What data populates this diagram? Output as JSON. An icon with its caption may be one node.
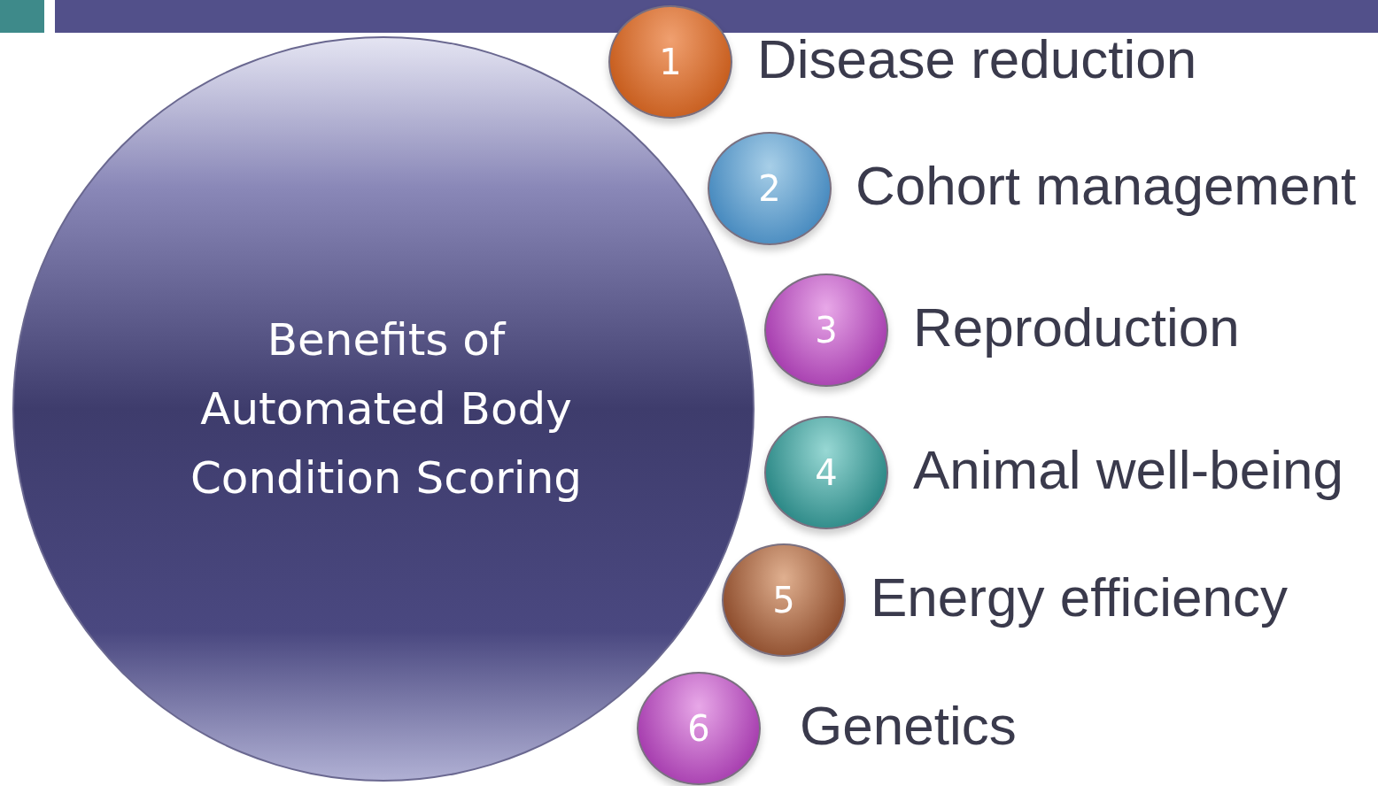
{
  "diagram": {
    "nodes": [
      {
        "text": [
          "Benefits of Automated Body Condition Scoring"
        ]
      },
      {
        "text": [
          "1"
        ],
        "beside": [
          "Disease reduction"
        ]
      },
      {
        "text": [
          "2"
        ],
        "beside": [
          "Cohort management"
        ]
      },
      {
        "text": [
          "3"
        ],
        "beside": [
          "Reproduction"
        ]
      },
      {
        "text": [
          "4"
        ],
        "beside": [
          "Animal well-being"
        ]
      },
      {
        "text": [
          "5"
        ],
        "beside": [
          "Energy efficiency"
        ]
      },
      {
        "text": [
          "6"
        ],
        "beside": [
          "Genetics"
        ]
      }
    ]
  }
}
